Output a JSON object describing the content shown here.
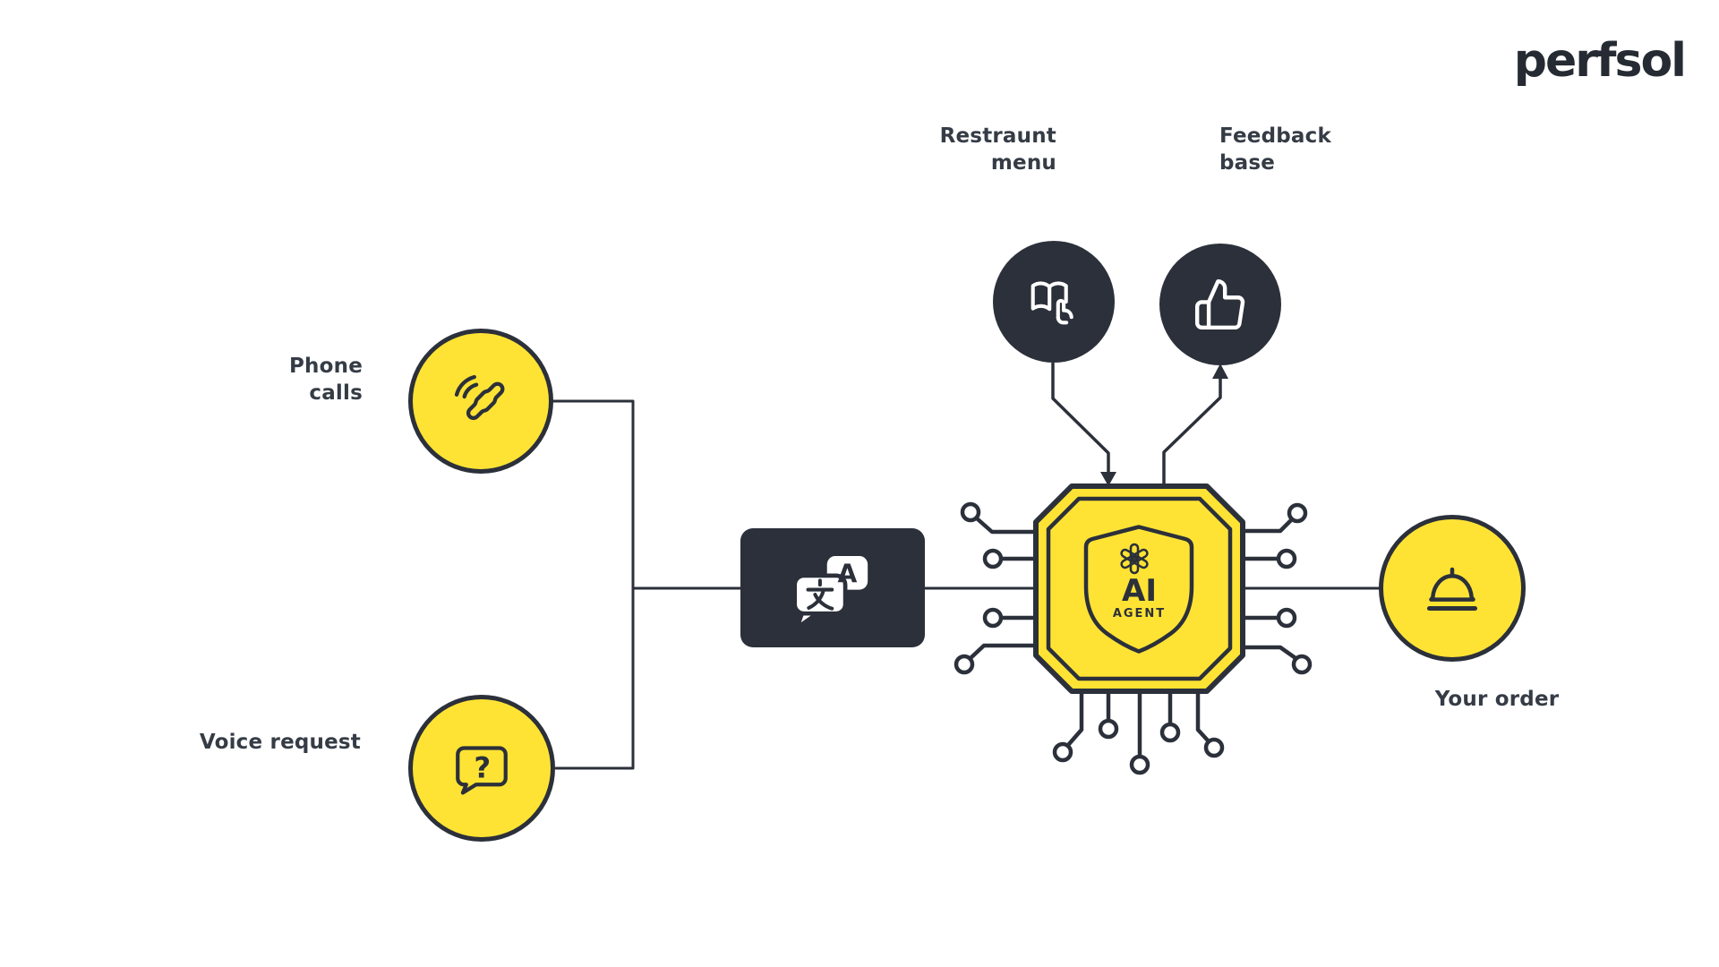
{
  "brand": {
    "logo_text": "perfsol"
  },
  "colors": {
    "accent_yellow": "#FFE334",
    "dark": "#2B303A",
    "label_text": "#353C46",
    "background": "#FFFFFF",
    "icon_on_dark": "#FFFFFF"
  },
  "nodes": {
    "phone_calls": {
      "label_line1": "Phone",
      "label_line2": "calls",
      "icon": "phone-icon"
    },
    "voice_request": {
      "label": "Voice request",
      "icon": "question-bubble-icon",
      "glyph": "?"
    },
    "translator": {
      "icon": "translate-icon",
      "glyph_left": "文",
      "glyph_right": "A"
    },
    "restaurant_menu": {
      "label_line1": "Restraunt",
      "label_line2": "menu",
      "icon": "menu-book-icon"
    },
    "feedback_base": {
      "label_line1": "Feedback",
      "label_line2": "base",
      "icon": "thumbs-up-icon"
    },
    "ai_agent": {
      "title": "AI",
      "subtitle": "AGENT",
      "icon": "openai-logo",
      "shape": "chip-with-shield"
    },
    "your_order": {
      "label": "Your order",
      "icon": "cloche-icon"
    }
  },
  "connections": [
    "phone_calls -> translator",
    "voice_request -> translator",
    "translator -> ai_agent",
    "restaurant_menu -> ai_agent (arrow)",
    "ai_agent -> feedback_base (arrow)",
    "ai_agent -> your_order"
  ]
}
